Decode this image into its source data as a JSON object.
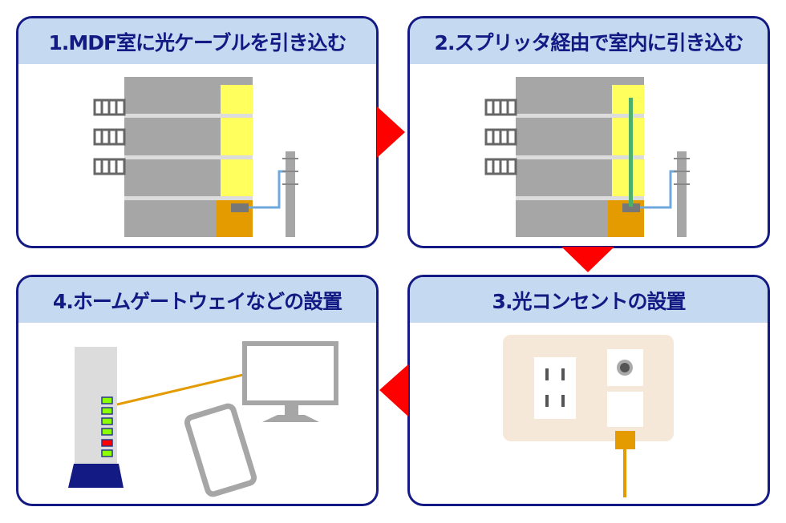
{
  "steps": [
    {
      "title": "1.MDF室に光ケーブルを引き込む"
    },
    {
      "title": "2.スプリッタ経由で室内に引き込む"
    },
    {
      "title": "3.光コンセントの設置"
    },
    {
      "title": "4.ホームゲートウェイなどの設置"
    }
  ],
  "colors": {
    "border": "#131a84",
    "header": "#c5d9f0",
    "arrow": "#ff0000",
    "fiber": "#6fa8dc",
    "optical": "#e39b00",
    "split": "#4caf6a"
  },
  "router_leds": [
    "green",
    "green",
    "green",
    "green",
    "red",
    "green"
  ]
}
